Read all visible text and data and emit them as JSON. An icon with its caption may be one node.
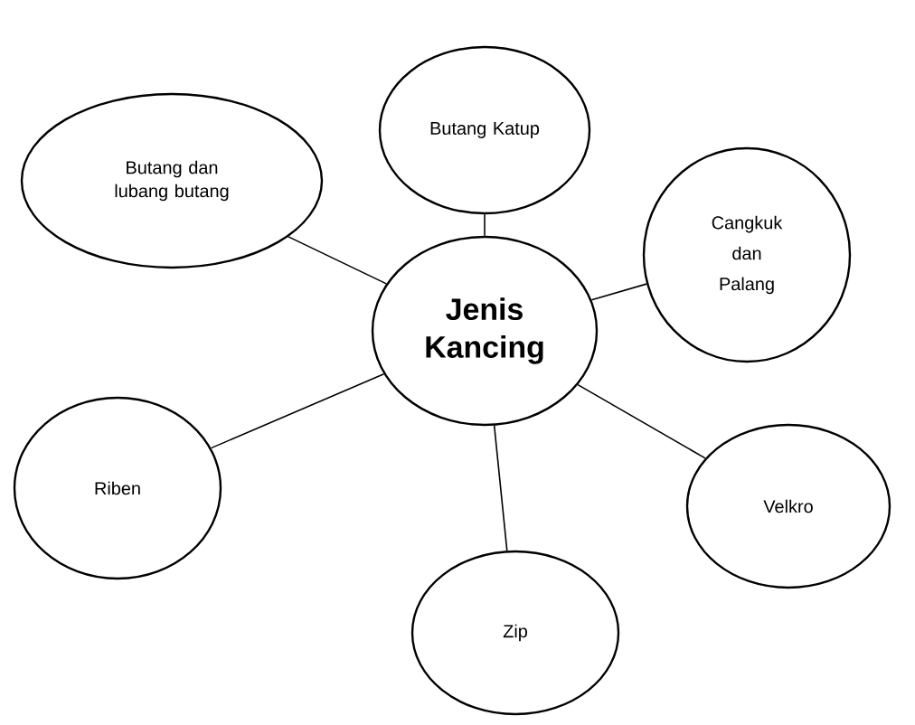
{
  "diagram": {
    "nodes": [
      {
        "text": [
          "Jenis Kancing"
        ]
      },
      {
        "text": [
          "Butang Katup"
        ]
      },
      {
        "text": [
          "Cangkuk dan Palang"
        ]
      },
      {
        "text": [
          "Velkro"
        ]
      },
      {
        "text": [
          "Zip"
        ]
      },
      {
        "text": [
          "Riben"
        ]
      },
      {
        "text": [
          "Butang dan lubang butang"
        ]
      }
    ],
    "edges": [
      {
        "from": 0,
        "to": 1,
        "arrow": "none"
      },
      {
        "from": 0,
        "to": 2,
        "arrow": "none"
      },
      {
        "from": 0,
        "to": 3,
        "arrow": "none"
      },
      {
        "from": 0,
        "to": 4,
        "arrow": "none"
      },
      {
        "from": 0,
        "to": 5,
        "arrow": "none"
      },
      {
        "from": 0,
        "to": 6,
        "arrow": "none"
      }
    ]
  }
}
